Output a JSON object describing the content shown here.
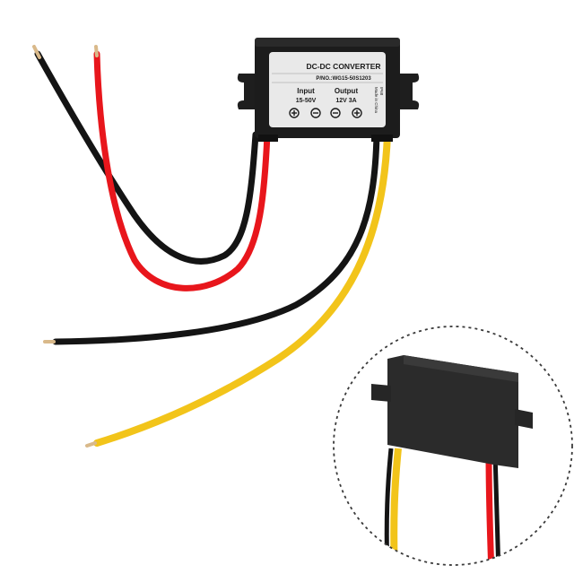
{
  "label": {
    "title": "DC-DC CONVERTER",
    "part_no": "P/NO.:WG15-50S1203",
    "input_label": "Input",
    "input_range": "15-50V",
    "output_label": "Output",
    "output_spec": "12V 3A",
    "side_text_1": "Made in China",
    "side_text_2": "IP68"
  },
  "colors": {
    "housing": "#1c1c1c",
    "label_bg": "#e9e9e9",
    "wire_red": "#e8161c",
    "wire_black": "#141414",
    "wire_yellow": "#f2c41a",
    "copper": "#d9b98a",
    "inset_ring": "#3a3a3a"
  },
  "icons": [
    "plus-terminal-icon",
    "minus-terminal-icon"
  ]
}
